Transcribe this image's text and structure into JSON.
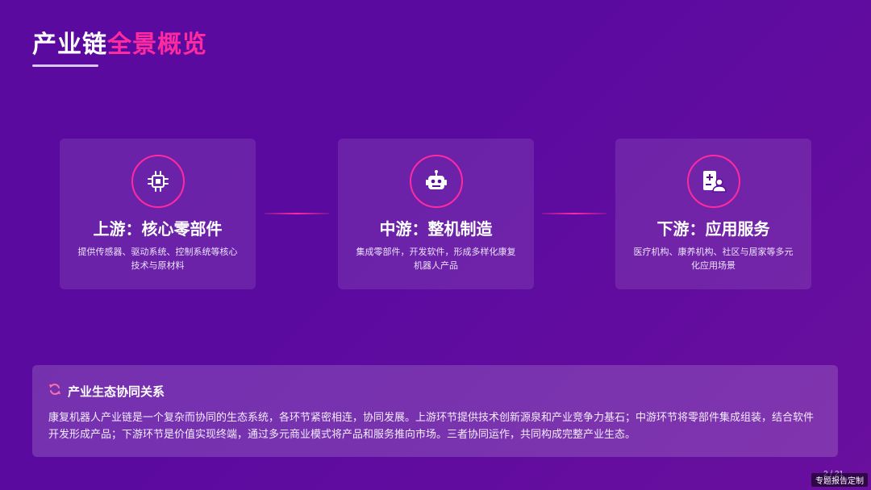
{
  "title": {
    "part1": "产业链",
    "part2": "全景概览"
  },
  "cards": [
    {
      "icon": "chip-icon",
      "title": "上游：核心零部件",
      "desc": "提供传感器、驱动系统、控制系统等核心技术与原材料"
    },
    {
      "icon": "robot-icon",
      "title": "中游：整机制造",
      "desc": "集成零部件，开发软件，形成多样化康复机器人产品"
    },
    {
      "icon": "medical-staff-icon",
      "title": "下游：应用服务",
      "desc": "医疗机构、康养机构、社区与居家等多元化应用场景"
    }
  ],
  "ecosystem": {
    "icon": "sync-icon",
    "title": "产业生态协同关系",
    "body": "康复机器人产业链是一个复杂而协同的生态系统，各环节紧密相连，协同发展。上游环节提供技术创新源泉和产业竞争力基石；中游环节将零部件集成组装，结合软件开发形成产品；下游环节是价值实现终端，通过多元商业模式将产品和服务推向市场。三者协同运作，共同构成完整产业生态。"
  },
  "page_number": "2 / 21",
  "watermark": "专题报告定制",
  "colors": {
    "accent": "#ff2aa0",
    "background": "#5a0a9e"
  }
}
